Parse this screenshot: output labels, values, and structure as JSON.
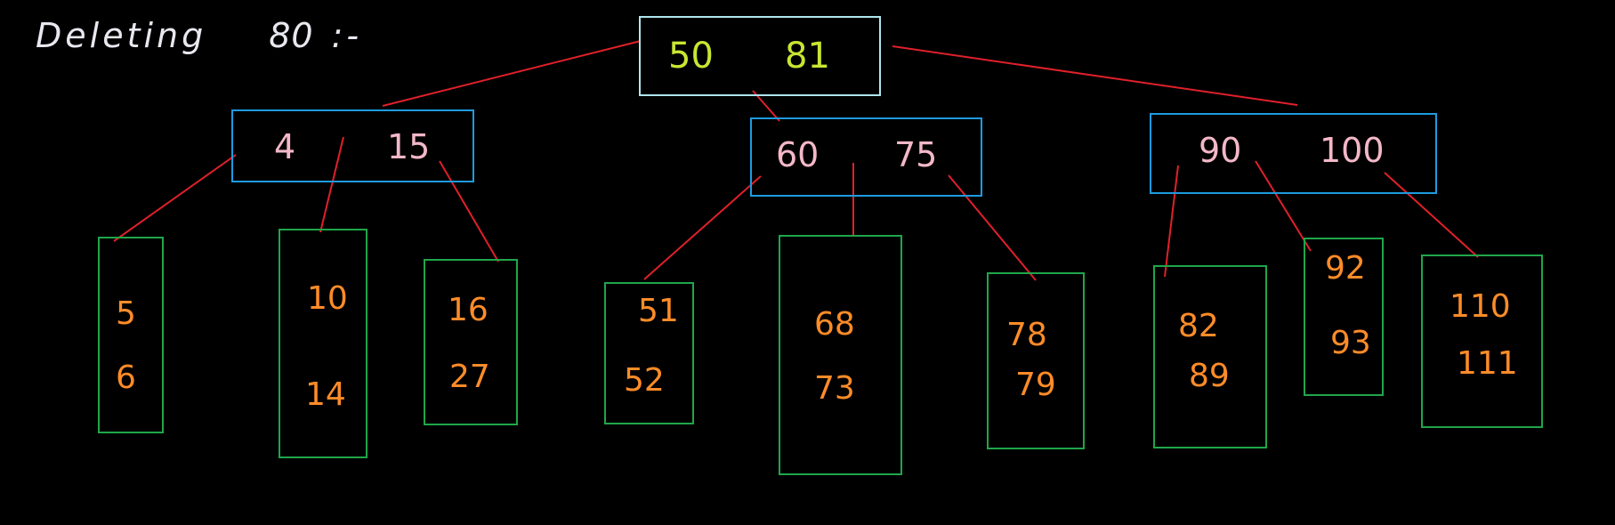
{
  "title": {
    "text": "Deleting",
    "number": "80",
    "separator": ":-"
  },
  "tree": {
    "root": {
      "keys": [
        "50",
        "81"
      ]
    },
    "internal": [
      {
        "keys": [
          "4",
          "15"
        ]
      },
      {
        "keys": [
          "60",
          "75"
        ]
      },
      {
        "keys": [
          "90",
          "100"
        ]
      }
    ],
    "leaves": [
      {
        "keys": [
          "5",
          "6"
        ]
      },
      {
        "keys": [
          "10",
          "14"
        ]
      },
      {
        "keys": [
          "16",
          "27"
        ]
      },
      {
        "keys": [
          "51",
          "52"
        ]
      },
      {
        "keys": [
          "68",
          "73"
        ]
      },
      {
        "keys": [
          "78",
          "79"
        ]
      },
      {
        "keys": [
          "82",
          "89"
        ]
      },
      {
        "keys": [
          "92",
          "93"
        ]
      },
      {
        "keys": [
          "110",
          "111"
        ]
      }
    ]
  },
  "colors": {
    "background": "#000000",
    "edge": "#e0202a",
    "root_border": "#aee6ee",
    "internal_border": "#1e9be0",
    "leaf_border": "#1fa64a",
    "root_keys": "#c8e632",
    "internal_keys": "#f4b8c8",
    "leaf_keys": "#ff8c28",
    "title": "#e8e8f0"
  }
}
